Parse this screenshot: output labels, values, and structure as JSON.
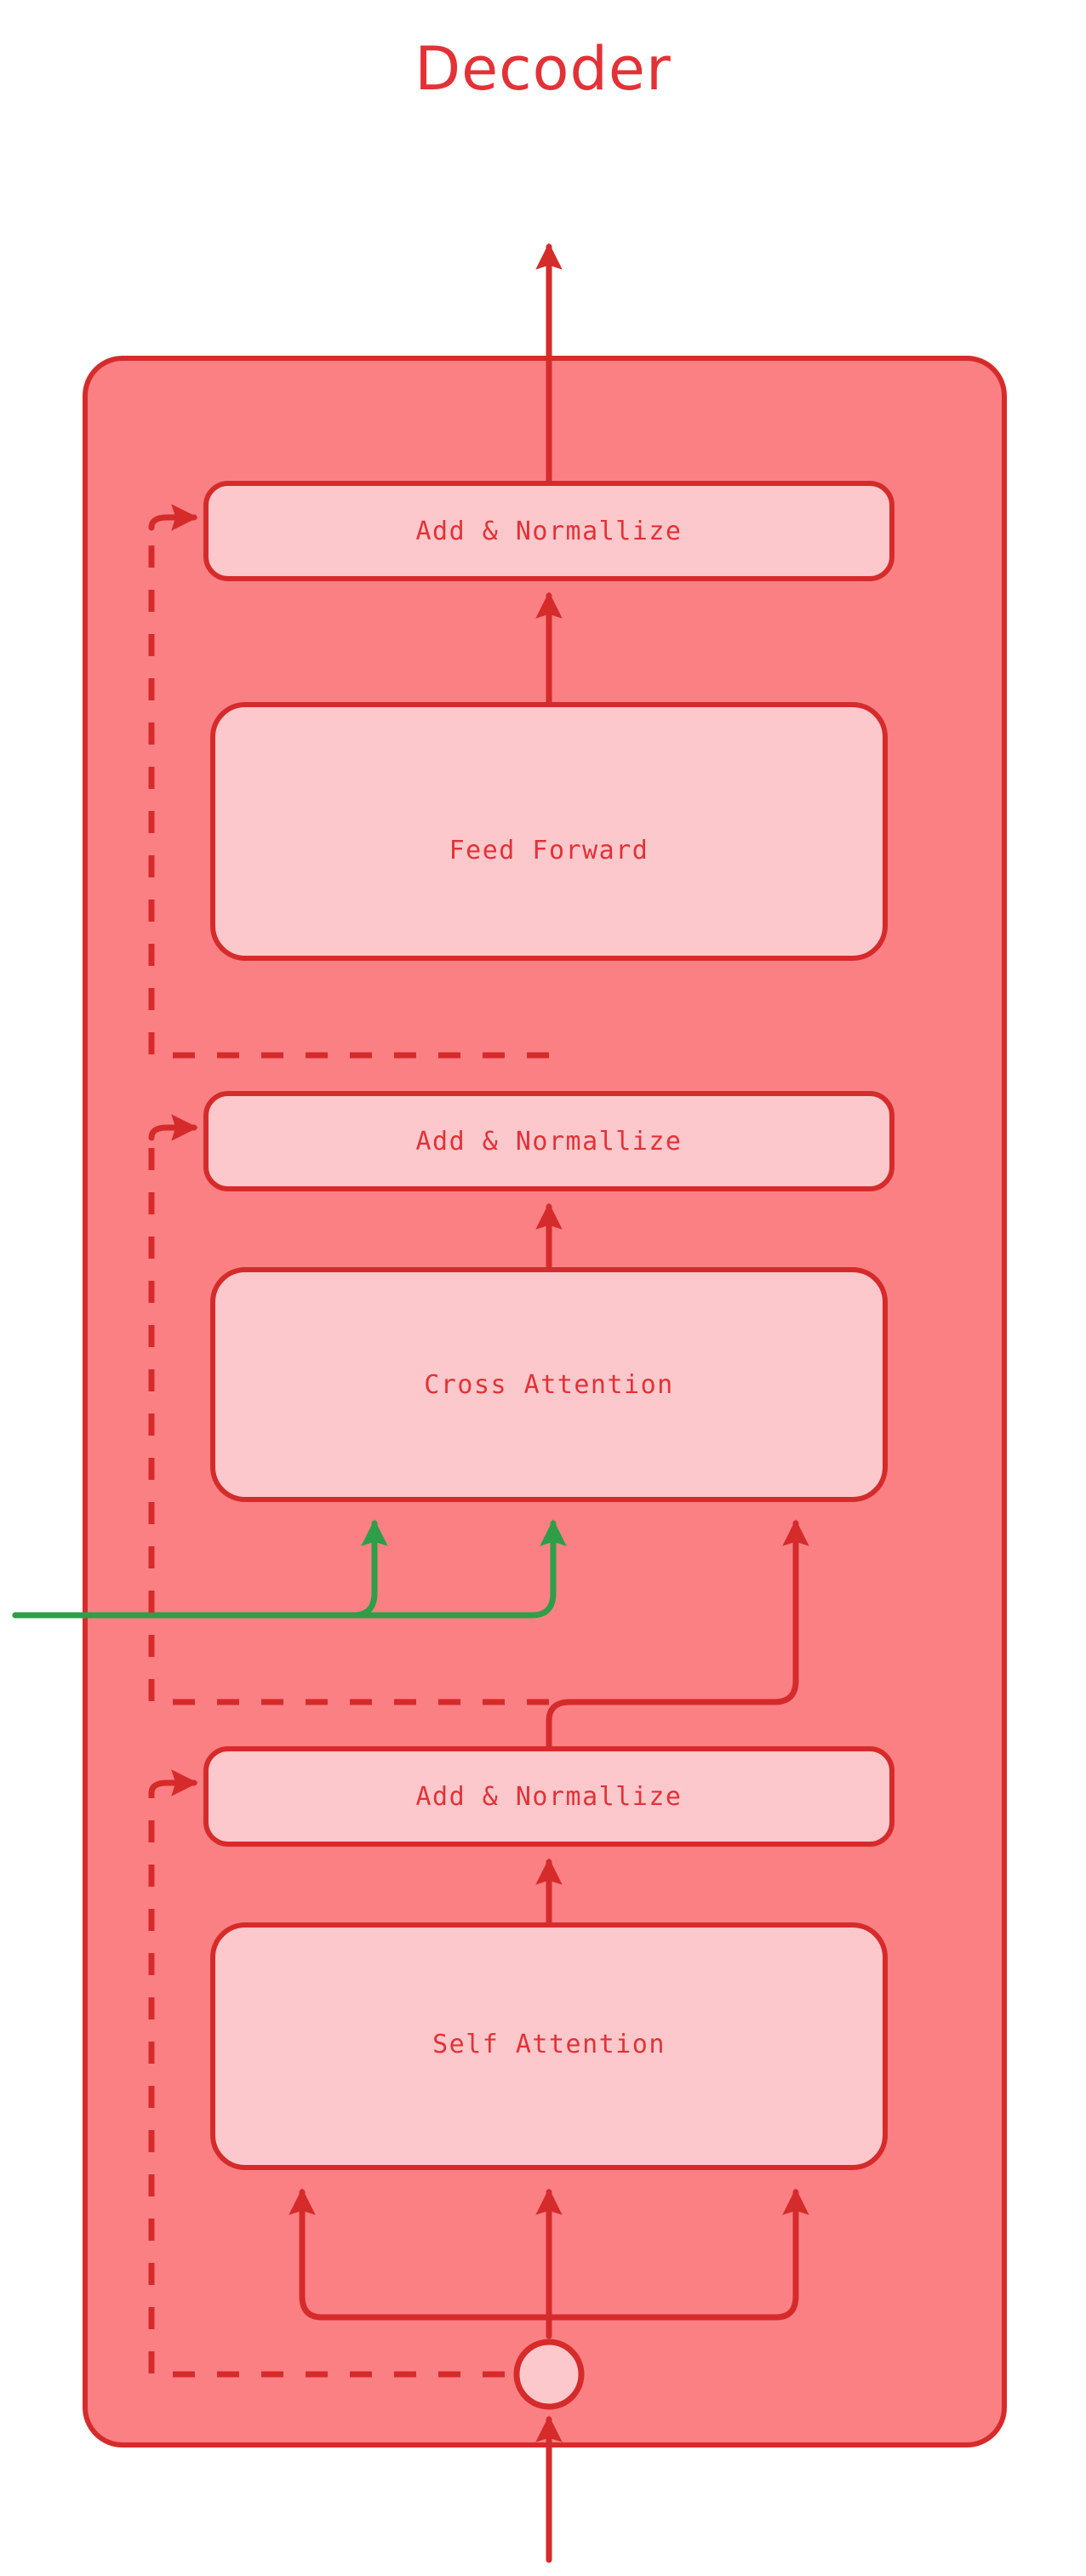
{
  "diagram": {
    "title": "Decoder",
    "type": "transformer-decoder-block",
    "colors": {
      "title": "#e23237",
      "panel_fill": "#fb8084",
      "box_fill": "#fdc8cb",
      "stroke_red": "#d62b2b",
      "stroke_green": "#2e9e48",
      "background": "#ffffff"
    },
    "blocks": [
      {
        "id": "add-norm-top",
        "label": "Add & Normallize"
      },
      {
        "id": "feed-forward",
        "label": "Feed Forward"
      },
      {
        "id": "add-norm-middle",
        "label": "Add & Normallize"
      },
      {
        "id": "cross-attention",
        "label": "Cross Attention"
      },
      {
        "id": "add-norm-bottom",
        "label": "Add & Normallize"
      },
      {
        "id": "self-attention",
        "label": "Self Attention"
      }
    ],
    "connectors": {
      "output_arrow": "decoder-output-up",
      "input_arrow": "decoder-input-up",
      "encoder_input": "encoder-memory-green",
      "residual_style": "dashed",
      "junction_node": "input-split-circle"
    }
  }
}
